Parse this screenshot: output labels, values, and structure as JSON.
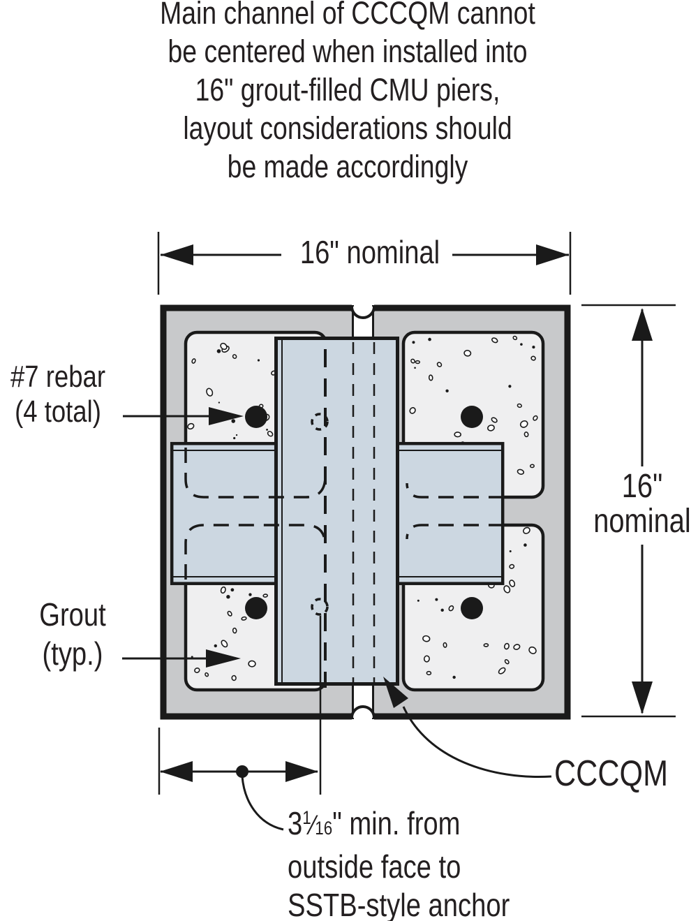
{
  "heading": {
    "lines": [
      "Main channel of CCCQM cannot",
      "be centered when installed into",
      "16\" grout-filled CMU piers,",
      "layout considerations should",
      "be made accordingly"
    ]
  },
  "dimensions": {
    "top": {
      "label": "16\" nominal"
    },
    "right": {
      "line1": "16\"",
      "line2": "nominal"
    },
    "bottom": {
      "whole": "3",
      "numerator": "1",
      "fraction_slash": "⁄",
      "denominator": "16",
      "line1_rest": "\" min. from",
      "line2": "outside face to",
      "line3": "SSTB-style anchor"
    }
  },
  "labels": {
    "rebar": {
      "line1": "#7 rebar",
      "line2": "(4 total)"
    },
    "grout": {
      "line1": "Grout",
      "line2": "(typ.)"
    },
    "cccqm": "CCCQM"
  },
  "legend_meaning": {
    "gray_region": "CMU pier",
    "speckled_region": "grout-filled cell",
    "blue_region": "CCCQM column cap steel",
    "black_dot": "#7 rebar",
    "dashed_circle": "SSTB-style anchor"
  },
  "colors": {
    "cmu_gray": "#c8c9cb",
    "grout_fill": "#efeff0",
    "steel_blue": "#ccd7e1",
    "line_black": "#1a1a1a",
    "text": "#231f20"
  }
}
